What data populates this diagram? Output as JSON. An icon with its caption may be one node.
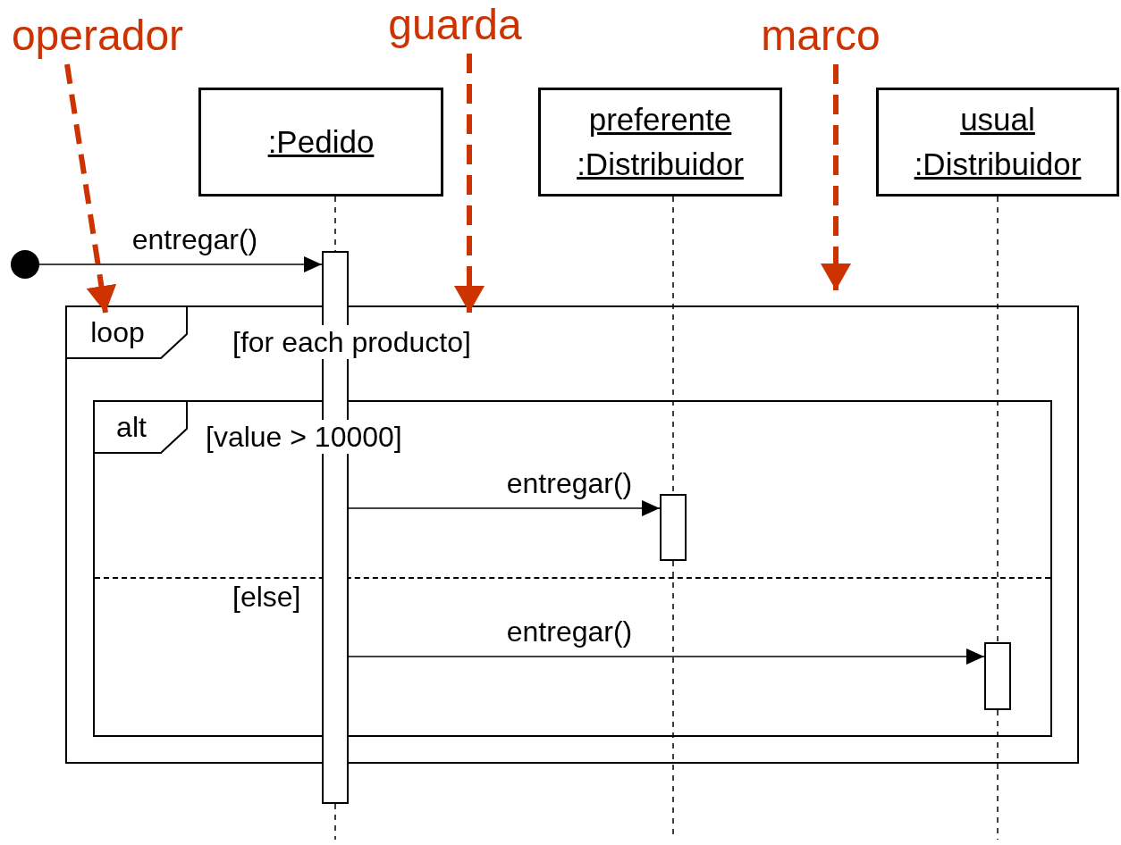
{
  "diagram": {
    "nodes": [
      {
        "text": [
          ":Pedido"
        ]
      },
      {
        "text": [
          "preferente :Distribuidor"
        ]
      },
      {
        "text": [
          "usual :Distribuidor"
        ]
      },
      {
        "text": [],
        "shape": "circle"
      },
      {
        "text": [
          "loop",
          "[for each producto]"
        ]
      },
      {
        "text": [
          "alt",
          "[value > 10000]",
          "[else]"
        ],
        "in": 4
      },
      {
        "text": [],
        "shape": "bar"
      },
      {
        "text": [],
        "shape": "bar",
        "in": 5
      },
      {
        "text": [],
        "shape": "bar",
        "in": 5
      },
      {
        "text": [
          "operador"
        ]
      },
      {
        "text": [
          "guarda"
        ]
      },
      {
        "text": [
          "marco"
        ]
      }
    ],
    "edges": [
      {
        "from": 3,
        "to": 6,
        "arrow": "to",
        "label": "entregar()"
      },
      {
        "from": 6,
        "to": 7,
        "arrow": "to",
        "label": "entregar()"
      },
      {
        "from": 6,
        "to": 8,
        "arrow": "to",
        "label": "entregar()"
      },
      {
        "from": 0,
        "to": 6,
        "arrow": "none",
        "style": "dashed"
      },
      {
        "from": 1,
        "to": 7,
        "arrow": "none",
        "style": "dashed"
      },
      {
        "from": 2,
        "to": 8,
        "arrow": "none",
        "style": "dashed"
      },
      {
        "from": 9,
        "to": 4,
        "arrow": "to",
        "style": "dashed",
        "color": "#cc3300"
      },
      {
        "from": 10,
        "to": 4,
        "arrow": "to",
        "style": "dashed",
        "color": "#cc3300"
      },
      {
        "from": 11,
        "to": 4,
        "arrow": "to",
        "style": "dashed",
        "color": "#cc3300"
      }
    ]
  }
}
